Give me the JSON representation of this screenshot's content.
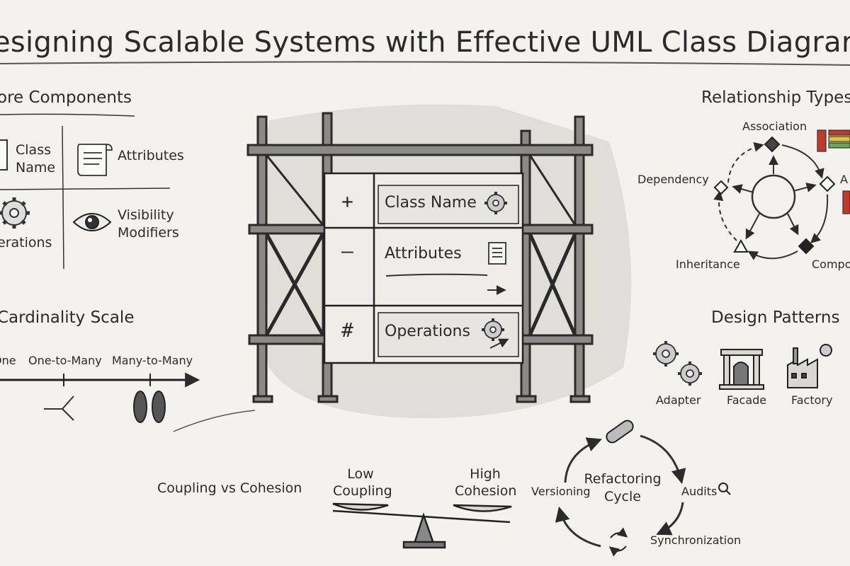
{
  "title": "esigning Scalable Systems with Effective UML Class Diagrar",
  "core_components": {
    "heading": "ore Components",
    "items": {
      "class_name": "Class\nName",
      "attributes": "Attributes",
      "operations": "erations",
      "visibility": "Visibility\nModifiers"
    }
  },
  "cardinality": {
    "heading": "Cardinality Scale",
    "labels": [
      "One",
      "One-to-Many",
      "Many-to-Many"
    ]
  },
  "uml_box": {
    "rows": [
      {
        "symbol": "+",
        "label": "Class Name"
      },
      {
        "symbol": "–",
        "label": "Attributes"
      },
      {
        "symbol": "#",
        "label": "Operations"
      }
    ]
  },
  "relationship_types": {
    "heading": "Relationship Types",
    "nodes": [
      "Association",
      "A",
      "Compo",
      "Inheritance",
      "Dependency"
    ]
  },
  "design_patterns": {
    "heading": "Design Patterns",
    "items": [
      "Adapter",
      "Facade",
      "Factory"
    ]
  },
  "coupling": {
    "heading": "Coupling vs Cohesion",
    "left": "Low\nCoupling",
    "right": "High\nCohesion"
  },
  "refactoring": {
    "center": "Refactoring\nCycle",
    "steps": [
      "Versioning",
      "Audits",
      "Synchronization"
    ]
  },
  "colors": {
    "ink": "#2b2b2b",
    "paper": "#f3f2ee",
    "accent_red": "#c0392b",
    "accent_yellow": "#e5c430",
    "accent_green": "#6aa84f"
  }
}
